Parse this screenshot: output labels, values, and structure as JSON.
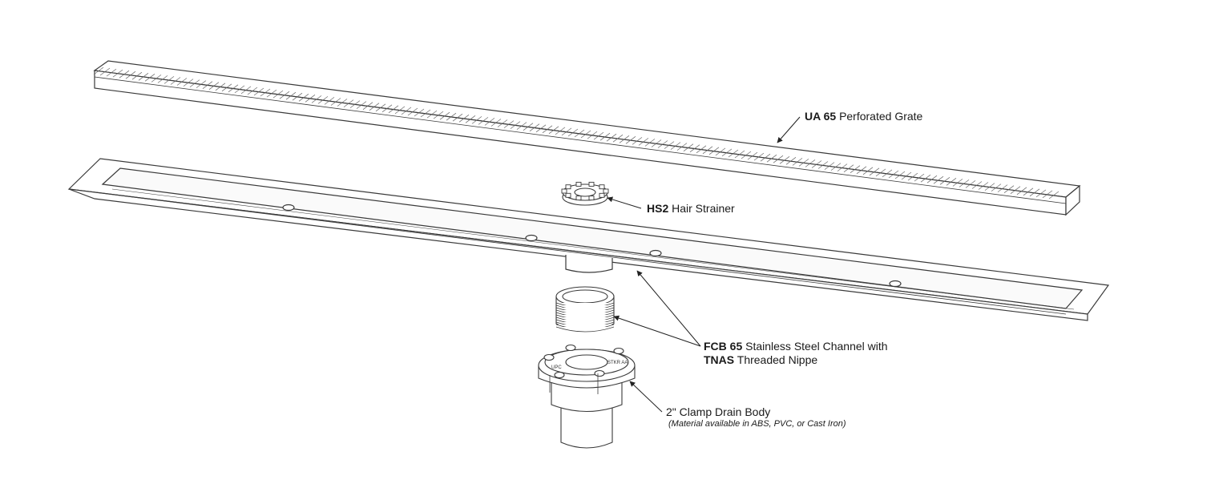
{
  "colors": {
    "line": "#3a3a3a",
    "fill": "#ffffff",
    "text": "#1a1a1a"
  },
  "callouts": {
    "grate": {
      "code": "UA 65",
      "text": "Perforated Grate"
    },
    "strainer": {
      "code": "HS2",
      "text": "Hair Strainer"
    },
    "channel": {
      "code1": "FCB 65",
      "text1": "Stainless Steel Channel with",
      "code2": "TNAS",
      "text2": "Threaded Nippe"
    },
    "drain": {
      "text": "2\" Clamp Drain Body",
      "note": "(Material available in ABS, PVC, or Cast Iron)"
    }
  },
  "body_marks": {
    "left": "UPC",
    "right": "STKR AA"
  }
}
